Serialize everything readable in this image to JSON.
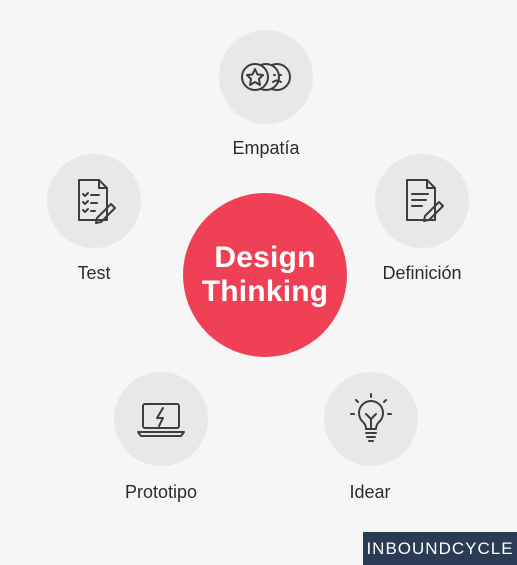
{
  "center": {
    "line1": "Design",
    "line2": "Thinking",
    "color": "#ef4056"
  },
  "stages": [
    {
      "label": "Empatía",
      "icon": "faces-icon"
    },
    {
      "label": "Definición",
      "icon": "document-pencil-icon"
    },
    {
      "label": "Idear",
      "icon": "lightbulb-icon"
    },
    {
      "label": "Prototipo",
      "icon": "laptop-lightning-icon"
    },
    {
      "label": "Test",
      "icon": "checklist-pencil-icon"
    }
  ],
  "brand": {
    "text": "INBOUNDCYCLE",
    "color": "#2a3b55"
  }
}
